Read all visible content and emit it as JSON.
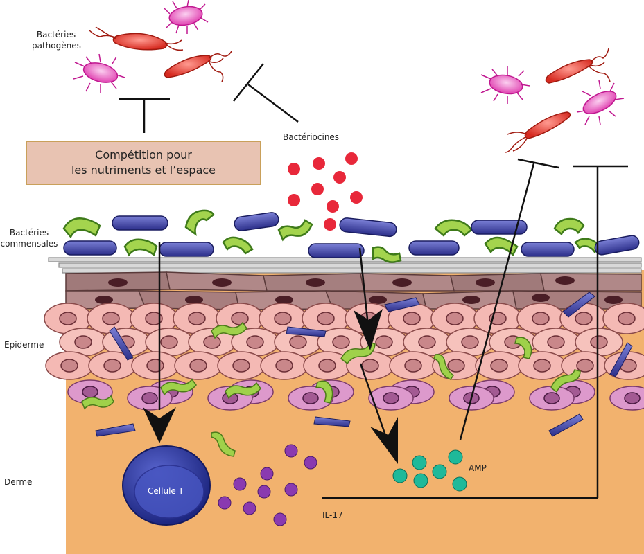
{
  "labels": {
    "pathogenic_line1": "Bactéries",
    "pathogenic_line2": "pathogènes",
    "bacteriocins": "Bactériocines",
    "competition_line1": "Compétition pour",
    "competition_line2": "les nutriments et l’espace",
    "commensal_line1": "Bactéries",
    "commensal_line2": "commensales",
    "epidermis": "Epiderme",
    "dermis": "Derme",
    "t_cell": "Cellule T",
    "amp": "AMP",
    "il17": "IL-17"
  },
  "colors": {
    "dermis": "#f2b26e",
    "pathogen_red": "#e8483c",
    "pathogen_pink": "#e85ab8",
    "commensal_green": "#9fd14a",
    "commensal_blue": "#4a4fb0",
    "keratinocyte": "#f4b9b4",
    "basal_cell": "#dd99cc",
    "bacteriocin_red": "#e8283a",
    "amp_teal": "#1fb99a",
    "il17_purple": "#8a3ab0",
    "t_cell_blue": "#2d3a9e",
    "competition_box": "#e8c3b2"
  }
}
